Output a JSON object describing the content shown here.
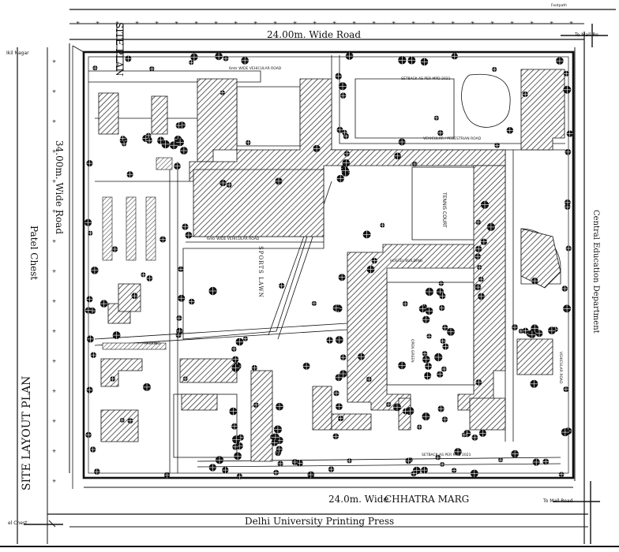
{
  "plan": {
    "title": "SITE LAYOUT PLAN",
    "roads": {
      "top": "24.00m. Wide Road",
      "left": "34.00m. Wide Road",
      "bottom": "24.0m. Wide",
      "bottom_name": "CHHATRA MARG",
      "site_plan_stub": "SITE PLAN"
    },
    "boundaries": {
      "left": "Patel Chest",
      "right": "Central Education Department",
      "bottom": "Delhi University Printing Press",
      "top_left_cut": "Ikil Nagar",
      "bottom_left_cut": "el Chest",
      "top_right_cut": "Footpath"
    },
    "to_mall_road_top": "To Mall Ro",
    "to_mall_road_bottom": "To Mall Road",
    "zones": {
      "sports_lawn": "SPORTS LAWN",
      "tennis_court": "TENNIS COURT",
      "open_green": "OPEN GREEN",
      "hostel_building": "HOSTEL BUILDING",
      "parking": "PARKING"
    },
    "road_labels": {
      "vehicular_top": "6mtr WIDE VEHICULAR ROAD",
      "vehicular_mid": "6mtr WIDE VEHICULAR ROAD",
      "vehicular_pedestrian": "VEHICULAR / PEDESTRIAN ROAD",
      "vehicular_right": "VEHICULAR ROAD"
    },
    "setbacks": {
      "top": "SETBACK AS PER MPD 2021",
      "bottom": "SETBACK AS PER MPD 2021"
    },
    "tree_count": 240,
    "colors": {
      "ink": "#111111",
      "paper": "#ffffff"
    }
  }
}
